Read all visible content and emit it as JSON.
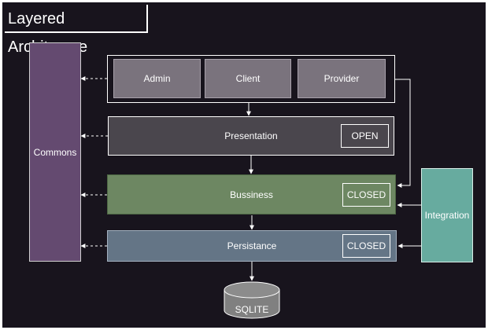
{
  "title": "Layered Architecure",
  "colors": {
    "background": "#18141d",
    "commons": "#644a70",
    "presentation": "#4a464d",
    "business": "#6d8762",
    "persistence": "#647586",
    "integration": "#67ab9f",
    "clients": "#7a737d",
    "database": "#808080"
  },
  "clients": [
    {
      "label": "Admin"
    },
    {
      "label": "Client"
    },
    {
      "label": "Provider"
    }
  ],
  "layers": {
    "presentation": {
      "label": "Presentation",
      "tag": "OPEN"
    },
    "business": {
      "label": "Bussiness",
      "tag": "CLOSED"
    },
    "persistence": {
      "label": "Persistance",
      "tag": "CLOSED"
    }
  },
  "commons": {
    "label": "Commons"
  },
  "integration": {
    "label": "Integration"
  },
  "database": {
    "label": "SQLITE"
  }
}
